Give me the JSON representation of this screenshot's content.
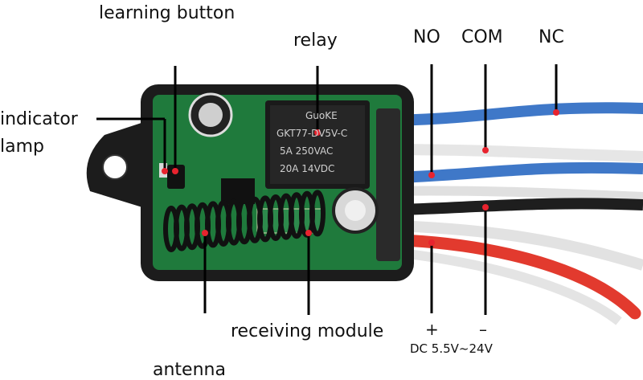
{
  "labels": {
    "learning_button": "learning button",
    "relay": "relay",
    "indicator_lamp_line1": "indicator",
    "indicator_lamp_line2": "lamp",
    "no": "NO",
    "com": "COM",
    "nc": "NC",
    "receiving_module": "receiving module",
    "plus": "+",
    "minus": "–",
    "dc_range": "DC 5.5V~24V",
    "antenna": "antenna"
  },
  "relay_marking": {
    "brand": "GuoKE",
    "model": "GKT77-DV5V-C",
    "rating_ac": "5A 250VAC",
    "rating_dc": "20A 14VDC"
  },
  "colors": {
    "board": "#1f7a3c",
    "relay_body": "#1a1a1a",
    "wire_blue": "#3f78c8",
    "wire_white": "#e6e6e6",
    "wire_black": "#1e1e1e",
    "wire_red": "#e23a2e",
    "marker": "#e8232e"
  }
}
